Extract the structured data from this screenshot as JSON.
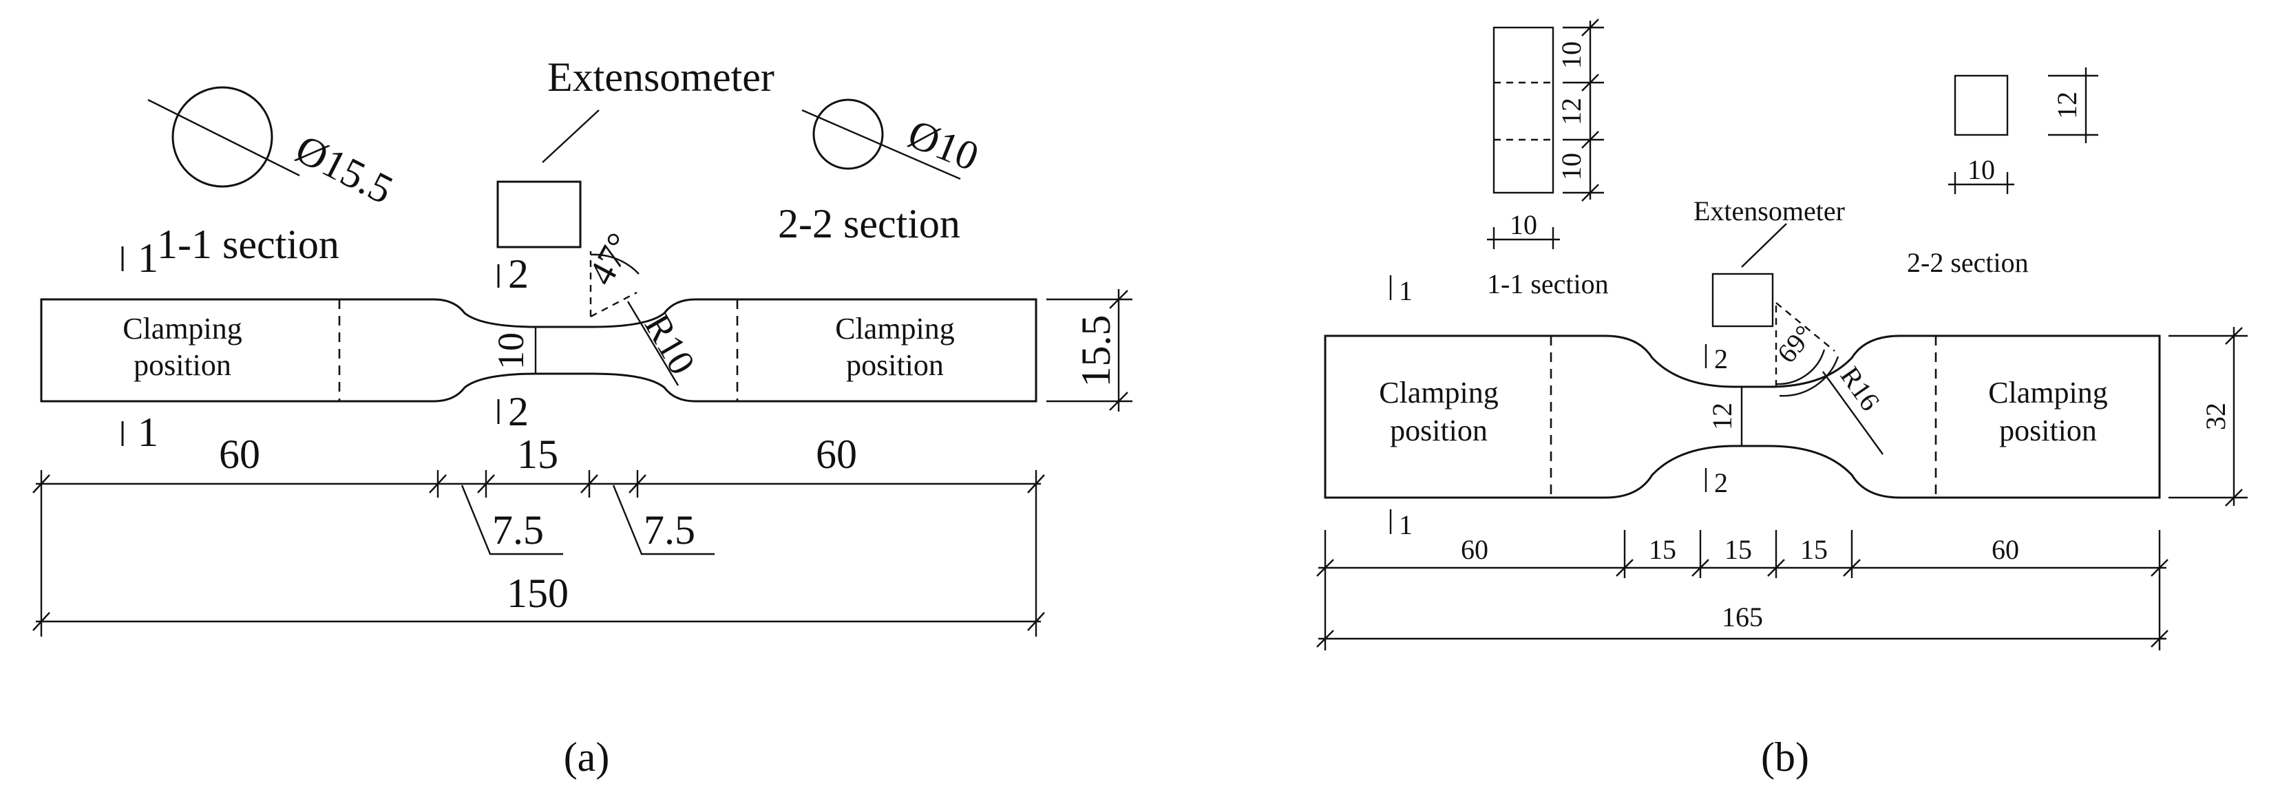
{
  "figure_a": {
    "extensometer": "Extensometer",
    "section_1_label": "1-1  section",
    "section_2_label": "2-2  section",
    "diameter_1": "Ø15.5",
    "diameter_2": "Ø10",
    "cut_1": "1",
    "cut_2": "2",
    "clamping_left": [
      "Clamping",
      "position"
    ],
    "clamping_right": [
      "Clamping",
      "position"
    ],
    "angle": "47°",
    "radius": "R10",
    "gauge_dim": "10",
    "height_dim": "15.5",
    "dims": {
      "left": "60",
      "middle": "15",
      "right": "60",
      "transition_left": "7.5",
      "transition_right": "7.5",
      "total": "150"
    },
    "caption": "(a)"
  },
  "figure_b": {
    "extensometer": "Extensometer",
    "section_1_label": "1-1 section",
    "section_2_label": "2-2  section",
    "section_1_dims": [
      "10",
      "12",
      "10"
    ],
    "section_1_width": "10",
    "section_2_height": "12",
    "section_2_width": "10",
    "cut_1": "1",
    "cut_2": "2",
    "clamping_left": [
      "Clamping",
      "position"
    ],
    "clamping_right": [
      "Clamping",
      "position"
    ],
    "angle": "69°",
    "radius": "R16",
    "gauge_dim": "12",
    "height_dim": "32",
    "dims": {
      "left": "60",
      "seg1": "15",
      "seg2": "15",
      "seg3": "15",
      "right": "60",
      "total": "165"
    },
    "caption": "(b)"
  }
}
